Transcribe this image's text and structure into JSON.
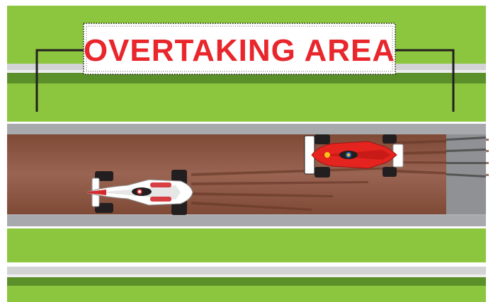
{
  "banner": {
    "text": "OVERTAKING AREA",
    "text_color": "#e8262b",
    "background_color": "#ffffff"
  },
  "colors": {
    "grass": "#8cc63f",
    "grass_dark": "#5a8f2a",
    "kerb": "#d1d3d4",
    "asphalt": "#b3b5b8",
    "tow_zone": "#8b5846",
    "frame": "#ffffff",
    "pole": "#231f20"
  },
  "cars": [
    {
      "name": "white-car",
      "livery": "#ffffff",
      "accent": "#d42a2e"
    },
    {
      "name": "red-car",
      "livery": "#e5231f",
      "accent": "#ffffff"
    }
  ]
}
